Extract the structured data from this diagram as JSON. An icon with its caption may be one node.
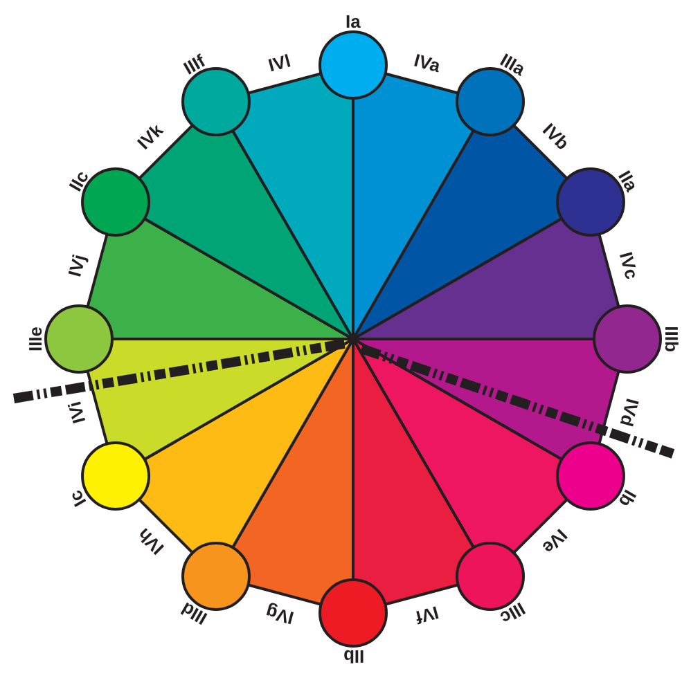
{
  "diagram": {
    "labels": [
      "Ia",
      "IVa",
      "IIIa",
      "IVb",
      "IIa",
      "IVc",
      "IIIb",
      "IVd",
      "Ib",
      "IVe",
      "IIIc",
      "IVf",
      "IIb",
      "IVg",
      "IIId",
      "IVh",
      "Ic",
      "IVi",
      "IIIe",
      "IVj",
      "IIc",
      "IVk",
      "IIIf",
      "IVl"
    ]
  }
}
